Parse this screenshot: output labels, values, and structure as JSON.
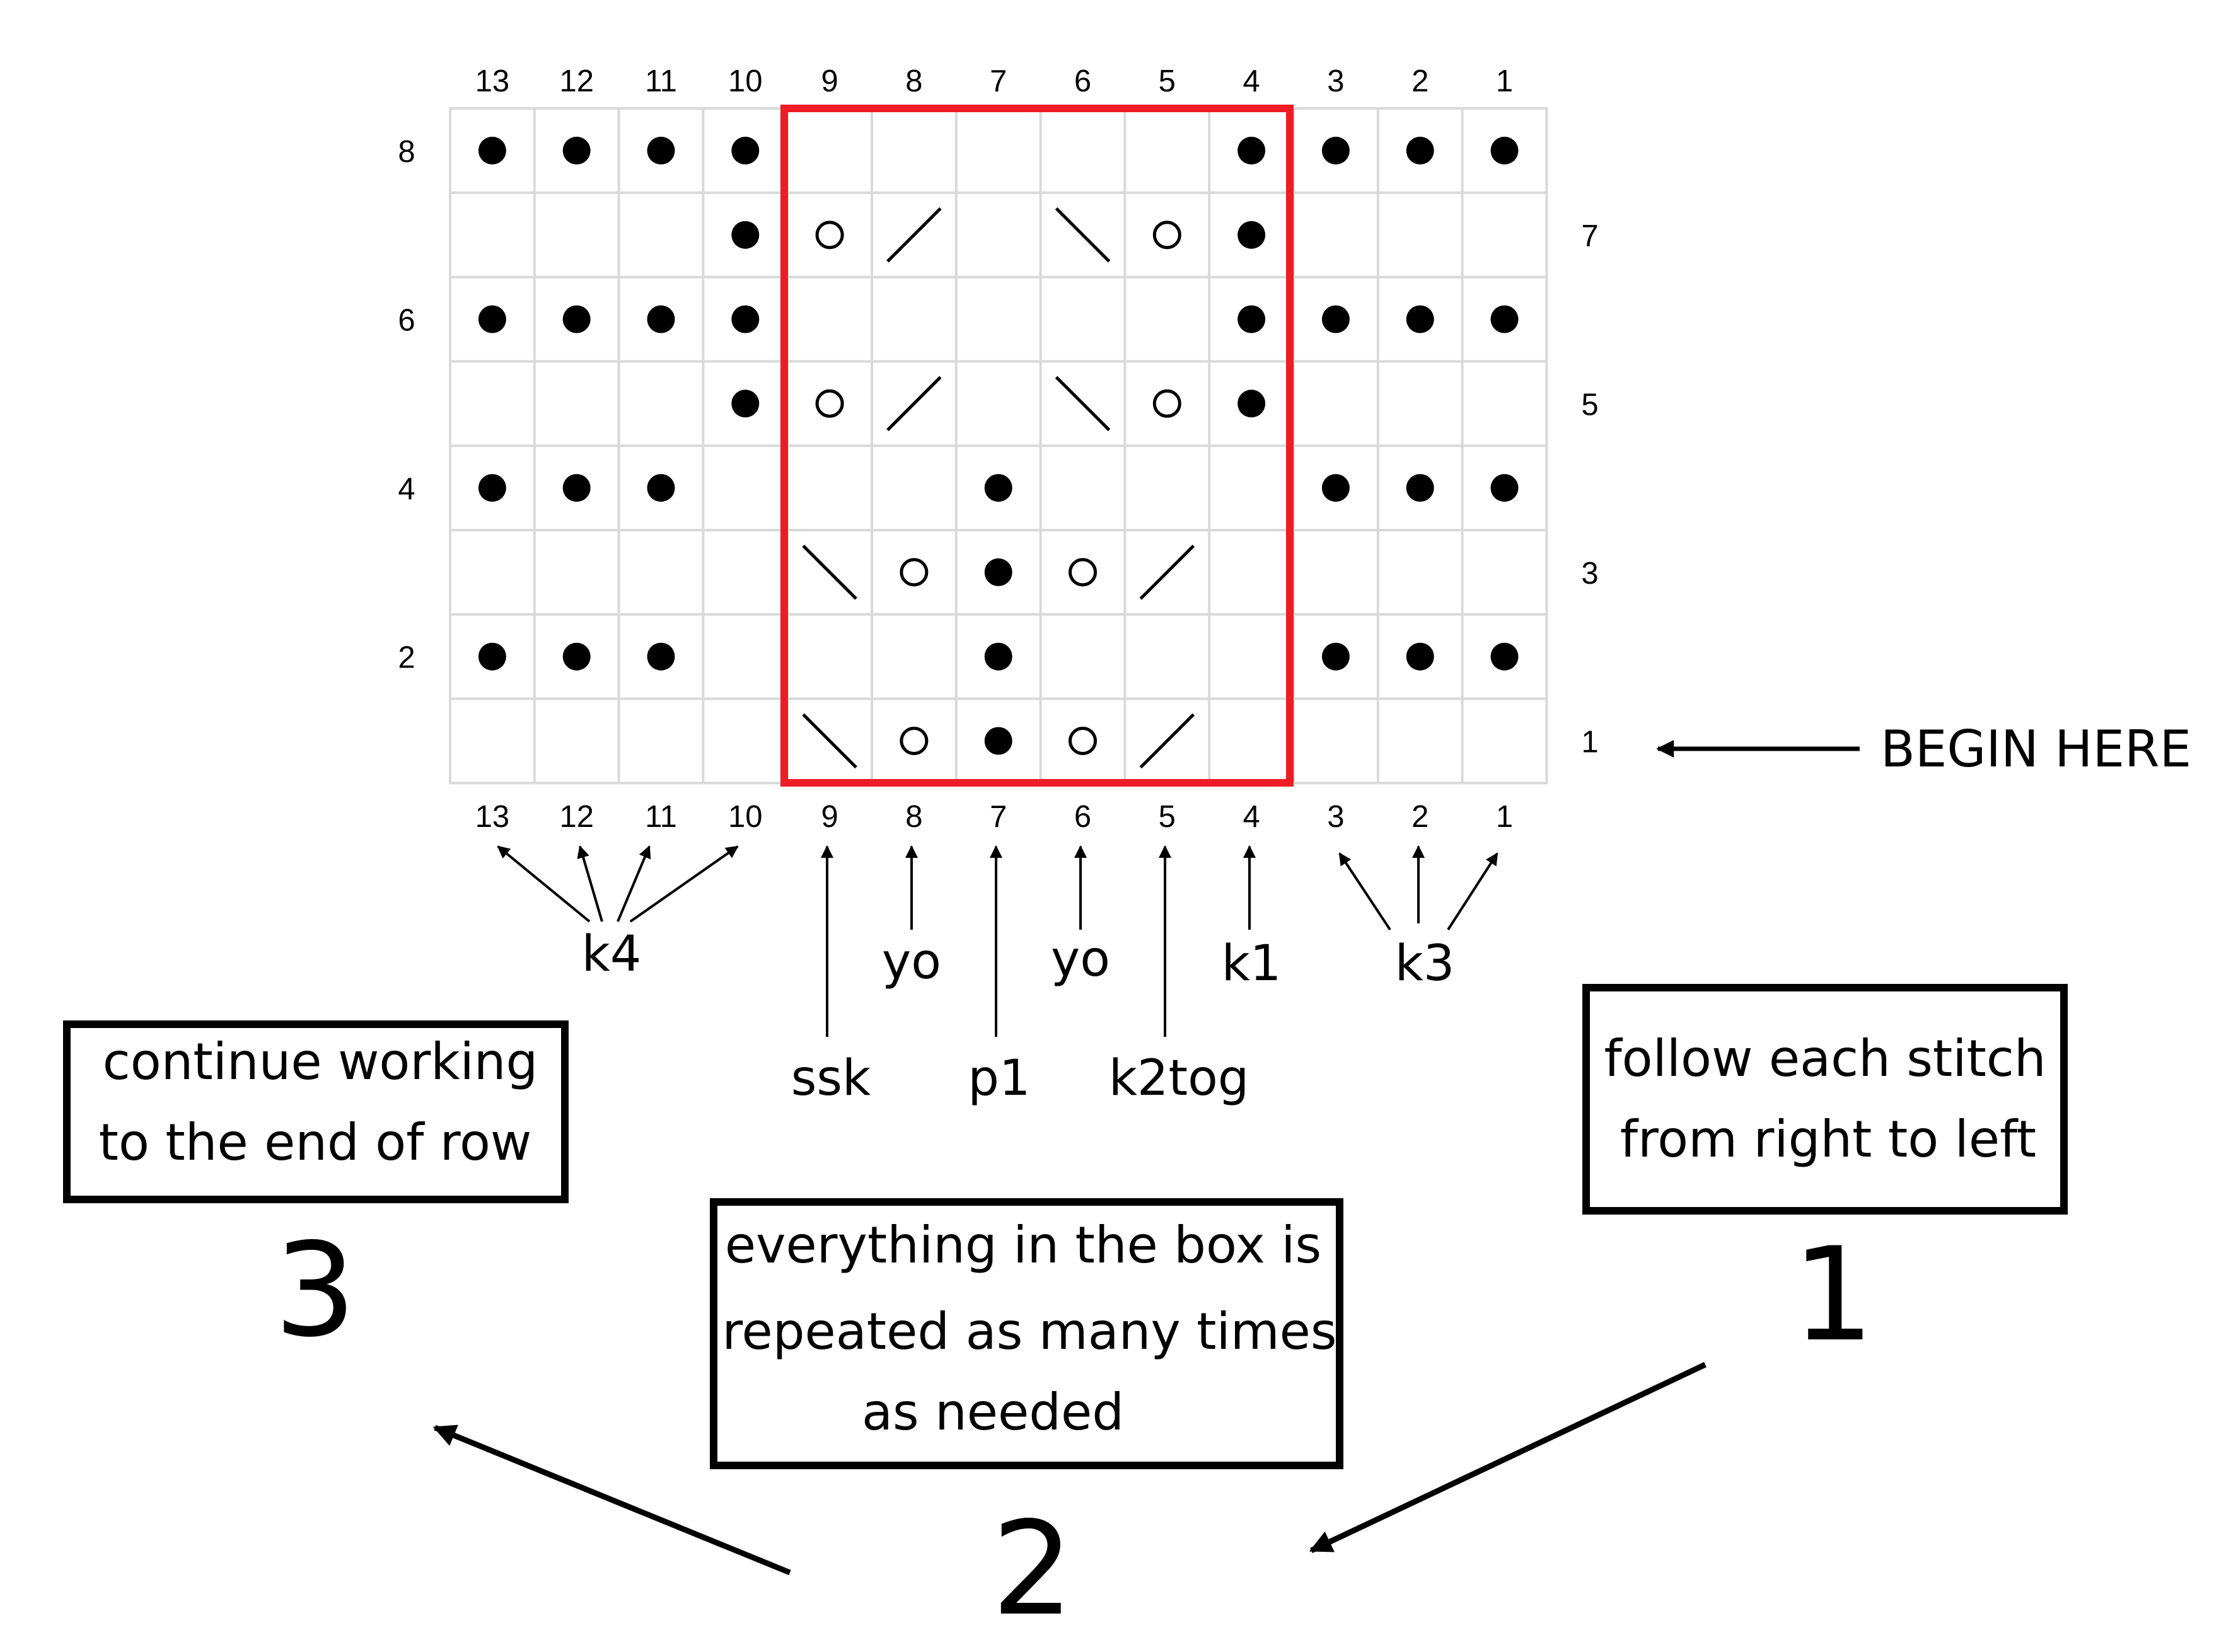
{
  "chart": {
    "columns": [
      "13",
      "12",
      "11",
      "10",
      "9",
      "8",
      "7",
      "6",
      "5",
      "4",
      "3",
      "2",
      "1"
    ],
    "rows_left": [
      "8",
      "6",
      "4",
      "2"
    ],
    "rows_right": [
      "7",
      "5",
      "3",
      "1"
    ],
    "grid_color": "#d9d9d9",
    "repeat_box_color": "#ee1c24",
    "repeat_box_columns": [
      "9",
      "4"
    ],
    "cells": [
      {
        "row": 8,
        "col": 13,
        "symbol": "purl-dot"
      },
      {
        "row": 8,
        "col": 12,
        "symbol": "purl-dot"
      },
      {
        "row": 8,
        "col": 11,
        "symbol": "purl-dot"
      },
      {
        "row": 8,
        "col": 10,
        "symbol": "purl-dot"
      },
      {
        "row": 8,
        "col": 4,
        "symbol": "purl-dot"
      },
      {
        "row": 8,
        "col": 3,
        "symbol": "purl-dot"
      },
      {
        "row": 8,
        "col": 2,
        "symbol": "purl-dot"
      },
      {
        "row": 8,
        "col": 1,
        "symbol": "purl-dot"
      },
      {
        "row": 7,
        "col": 10,
        "symbol": "purl-dot"
      },
      {
        "row": 7,
        "col": 9,
        "symbol": "yarn-over"
      },
      {
        "row": 7,
        "col": 8,
        "symbol": "k2tog"
      },
      {
        "row": 7,
        "col": 6,
        "symbol": "ssk"
      },
      {
        "row": 7,
        "col": 5,
        "symbol": "yarn-over"
      },
      {
        "row": 7,
        "col": 4,
        "symbol": "purl-dot"
      },
      {
        "row": 6,
        "col": 13,
        "symbol": "purl-dot"
      },
      {
        "row": 6,
        "col": 12,
        "symbol": "purl-dot"
      },
      {
        "row": 6,
        "col": 11,
        "symbol": "purl-dot"
      },
      {
        "row": 6,
        "col": 10,
        "symbol": "purl-dot"
      },
      {
        "row": 6,
        "col": 4,
        "symbol": "purl-dot"
      },
      {
        "row": 6,
        "col": 3,
        "symbol": "purl-dot"
      },
      {
        "row": 6,
        "col": 2,
        "symbol": "purl-dot"
      },
      {
        "row": 6,
        "col": 1,
        "symbol": "purl-dot"
      },
      {
        "row": 5,
        "col": 10,
        "symbol": "purl-dot"
      },
      {
        "row": 5,
        "col": 9,
        "symbol": "yarn-over"
      },
      {
        "row": 5,
        "col": 8,
        "symbol": "k2tog"
      },
      {
        "row": 5,
        "col": 6,
        "symbol": "ssk"
      },
      {
        "row": 5,
        "col": 5,
        "symbol": "yarn-over"
      },
      {
        "row": 5,
        "col": 4,
        "symbol": "purl-dot"
      },
      {
        "row": 4,
        "col": 13,
        "symbol": "purl-dot"
      },
      {
        "row": 4,
        "col": 12,
        "symbol": "purl-dot"
      },
      {
        "row": 4,
        "col": 11,
        "symbol": "purl-dot"
      },
      {
        "row": 4,
        "col": 7,
        "symbol": "purl-dot"
      },
      {
        "row": 4,
        "col": 3,
        "symbol": "purl-dot"
      },
      {
        "row": 4,
        "col": 2,
        "symbol": "purl-dot"
      },
      {
        "row": 4,
        "col": 1,
        "symbol": "purl-dot"
      },
      {
        "row": 3,
        "col": 9,
        "symbol": "ssk"
      },
      {
        "row": 3,
        "col": 8,
        "symbol": "yarn-over"
      },
      {
        "row": 3,
        "col": 7,
        "symbol": "purl-dot"
      },
      {
        "row": 3,
        "col": 6,
        "symbol": "yarn-over"
      },
      {
        "row": 3,
        "col": 5,
        "symbol": "k2tog"
      },
      {
        "row": 2,
        "col": 13,
        "symbol": "purl-dot"
      },
      {
        "row": 2,
        "col": 12,
        "symbol": "purl-dot"
      },
      {
        "row": 2,
        "col": 11,
        "symbol": "purl-dot"
      },
      {
        "row": 2,
        "col": 7,
        "symbol": "purl-dot"
      },
      {
        "row": 2,
        "col": 3,
        "symbol": "purl-dot"
      },
      {
        "row": 2,
        "col": 2,
        "symbol": "purl-dot"
      },
      {
        "row": 2,
        "col": 1,
        "symbol": "purl-dot"
      },
      {
        "row": 1,
        "col": 9,
        "symbol": "ssk"
      },
      {
        "row": 1,
        "col": 8,
        "symbol": "yarn-over"
      },
      {
        "row": 1,
        "col": 7,
        "symbol": "purl-dot"
      },
      {
        "row": 1,
        "col": 6,
        "symbol": "yarn-over"
      },
      {
        "row": 1,
        "col": 5,
        "symbol": "k2tog"
      }
    ]
  },
  "stitch_labels": {
    "k4": "k4",
    "yo_left": "yo",
    "yo_right": "yo",
    "k1": "k1",
    "k3": "k3",
    "ssk": "ssk",
    "p1": "p1",
    "k2tog": "k2tog"
  },
  "begin_here": "BEGIN HERE",
  "steps": {
    "step1": {
      "number": "1",
      "lines": [
        "follow each stitch",
        "from right to left"
      ]
    },
    "step2": {
      "number": "2",
      "lines": [
        "everything in the box is",
        "repeated as many times",
        "as needed"
      ]
    },
    "step3": {
      "number": "3",
      "lines": [
        "continue working",
        "to the end of row"
      ]
    }
  }
}
